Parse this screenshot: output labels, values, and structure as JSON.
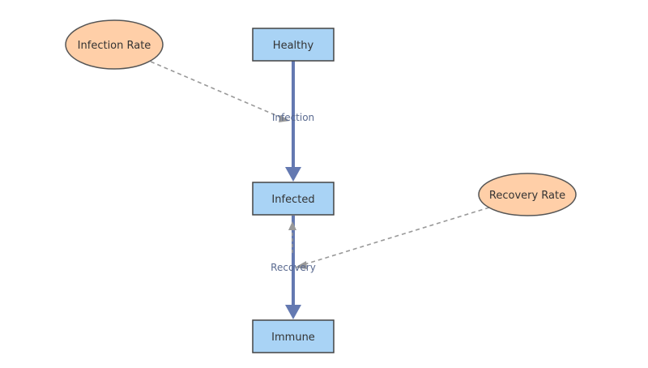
{
  "colors": {
    "stock_fill": "#a9d3f5",
    "stock_stroke": "#444444",
    "variable_fill": "#ffcfa8",
    "variable_stroke": "#555555",
    "flow_stroke": "#6479b1",
    "link_stroke": "#999999",
    "flow_label": "#5a6a90"
  },
  "stocks": {
    "healthy": "Healthy",
    "infected": "Infected",
    "immune": "Immune"
  },
  "variables": {
    "infection_rate": "Infection Rate",
    "recovery_rate": "Recovery Rate"
  },
  "flows": {
    "infection": "Infection",
    "recovery": "Recovery"
  }
}
